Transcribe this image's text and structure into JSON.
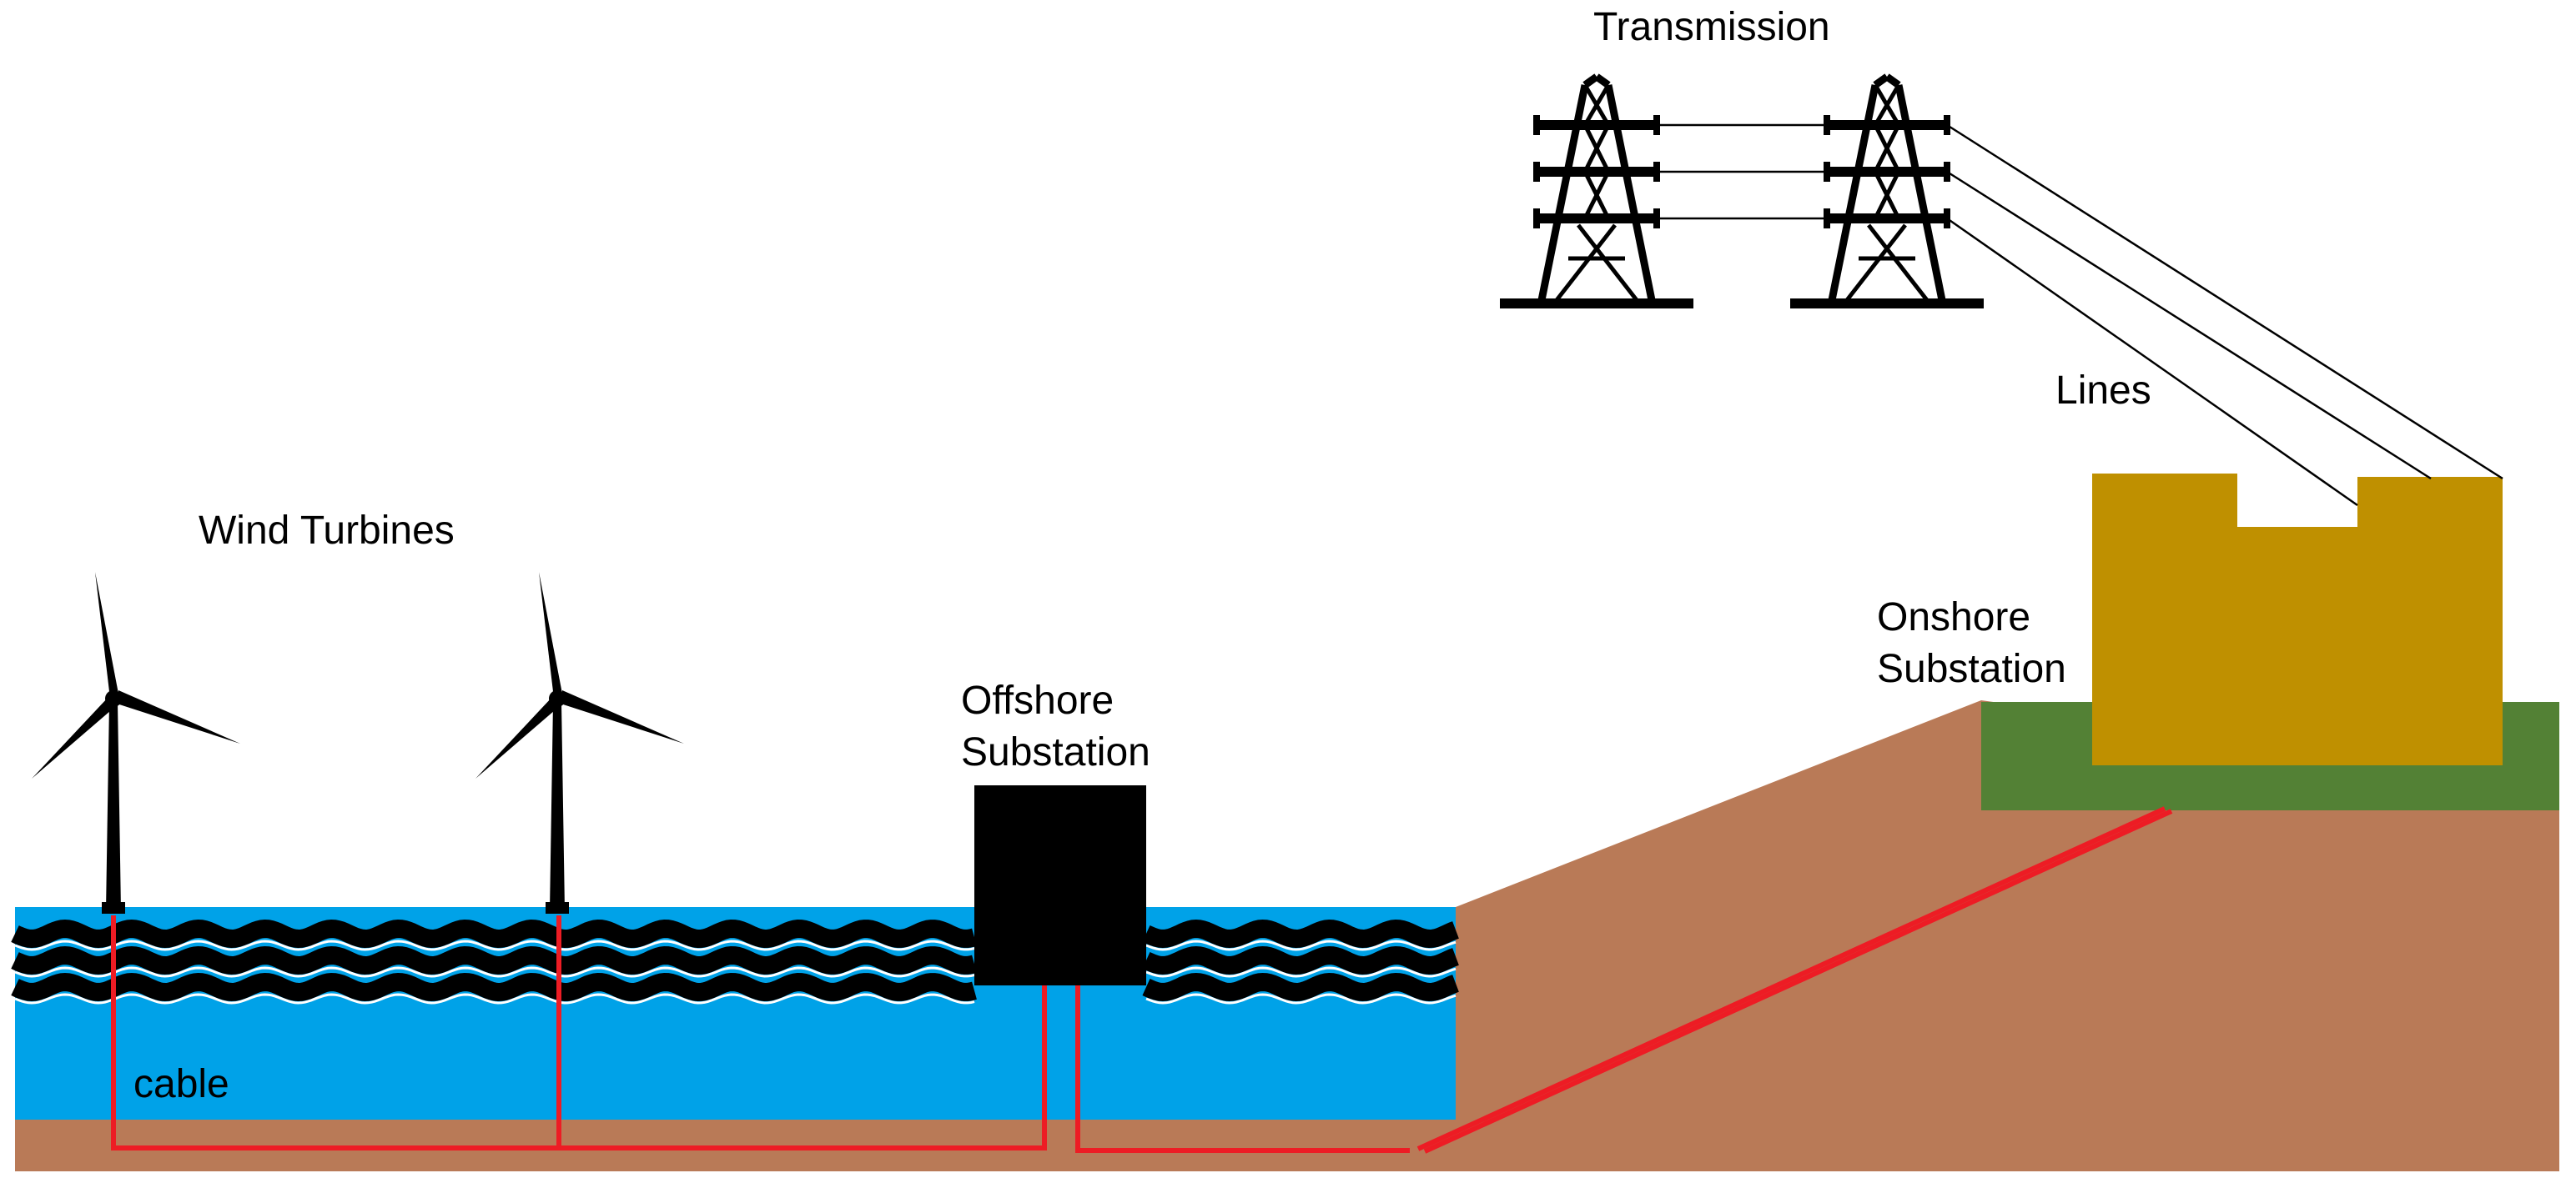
{
  "labels": {
    "wind_turbines": "Wind Turbines",
    "offshore_substation_line1": "Offshore",
    "offshore_substation_line2": "Substation",
    "onshore_substation_line1": "Onshore",
    "onshore_substation_line2": "Substation",
    "transmission": "Transmission",
    "lines": "Lines",
    "cable": "cable"
  },
  "colors": {
    "sea": "#00a2e8",
    "seabed": "#b97a57",
    "land": "#b97a57",
    "grass": "#538135",
    "onshore_substation": "#bf9000",
    "offshore_substation": "#000000",
    "cable": "#ed1c24",
    "structures": "#000000"
  },
  "icons": {
    "turbine": "wind-turbine-icon",
    "pylon": "transmission-tower-icon"
  }
}
